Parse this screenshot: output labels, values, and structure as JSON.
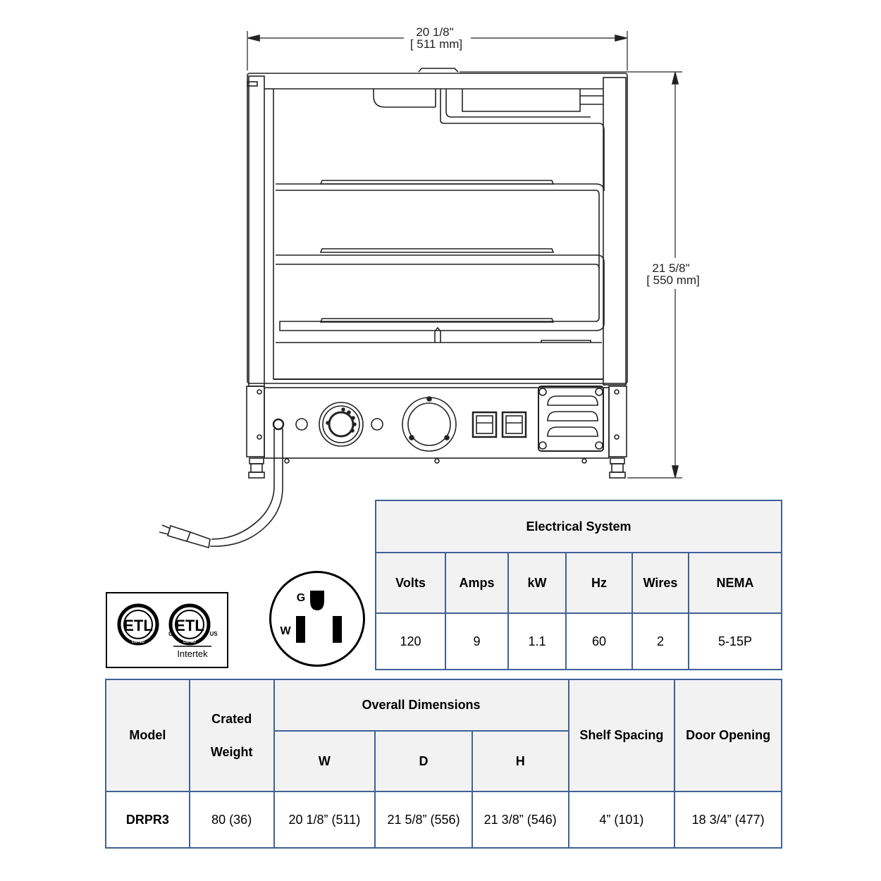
{
  "drawing": {
    "width_dimension": {
      "imperial": "20 1/8\"",
      "metric": "[ 511 mm]"
    },
    "height_dimension": {
      "imperial": "21 5/8\"",
      "metric": "[ 550 mm]"
    }
  },
  "certifications": {
    "etl_mark_1": {
      "letters": "ETL",
      "ring_text": "LISTED"
    },
    "etl_mark_2": {
      "letters": "ETL",
      "ring_text": "LISTED",
      "left_text": "C",
      "right_text": "US",
      "brand": "Intertek"
    }
  },
  "plug_diagram": {
    "ground_label": "G",
    "white_label": "W"
  },
  "electrical_table": {
    "title": "Electrical System",
    "headers": [
      "Volts",
      "Amps",
      "kW",
      "Hz",
      "Wires",
      "NEMA"
    ],
    "values": [
      "120",
      "9",
      "1.1",
      "60",
      "2",
      "5-15P"
    ]
  },
  "dimensions_table": {
    "headers": {
      "model": "Model",
      "crated_weight_line1": "Crated",
      "crated_weight_line2": "Weight",
      "overall_dimensions": "Overall Dimensions",
      "w": "W",
      "d": "D",
      "h": "H",
      "shelf_spacing": "Shelf Spacing",
      "door_opening": "Door Opening"
    },
    "row": {
      "model": "DRPR3",
      "crated_weight": "80 (36)",
      "w": "20 1/8” (511)",
      "d": "21 5/8” (556)",
      "h": "21 3/8” (546)",
      "shelf_spacing": "4” (101)",
      "door_opening": "18 3/4” (477)"
    }
  },
  "colors": {
    "table_border": "#3f6296",
    "header_bg": "#f2f2f2"
  }
}
